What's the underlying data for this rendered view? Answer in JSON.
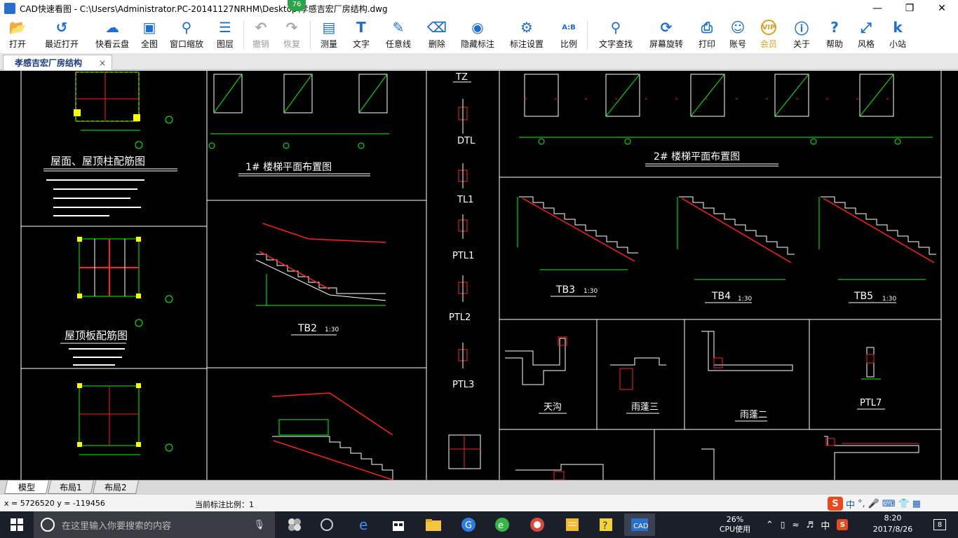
{
  "window": {
    "title": "CAD快速看图 - C:\\Users\\Administrator.PC-20141127NRHM\\Desktop\\孝感吉宏厂房结构.dwg",
    "badge": "76"
  },
  "toolbar": [
    {
      "label": "打开",
      "icon": "folder-open-icon",
      "enabled": true
    },
    {
      "label": "最近打开",
      "icon": "history-icon",
      "enabled": true
    },
    {
      "label": "快看云盘",
      "icon": "cloud-icon",
      "enabled": true
    },
    {
      "label": "全图",
      "icon": "fit-all-icon",
      "enabled": true
    },
    {
      "label": "窗口缩放",
      "icon": "zoom-window-icon",
      "enabled": true
    },
    {
      "label": "图层",
      "icon": "layers-icon",
      "enabled": true
    },
    {
      "label": "撤销",
      "icon": "undo-icon",
      "enabled": false
    },
    {
      "label": "恢复",
      "icon": "redo-icon",
      "enabled": false
    },
    {
      "label": "测量",
      "icon": "ruler-icon",
      "enabled": true
    },
    {
      "label": "文字",
      "icon": "text-icon",
      "enabled": true
    },
    {
      "label": "任意线",
      "icon": "pen-icon",
      "enabled": true
    },
    {
      "label": "删除",
      "icon": "eraser-icon",
      "enabled": true
    },
    {
      "label": "隐藏标注",
      "icon": "eye-hide-icon",
      "enabled": true
    },
    {
      "label": "标注设置",
      "icon": "settings-icon",
      "enabled": true
    },
    {
      "label": "比例",
      "icon": "scale-icon",
      "enabled": true
    },
    {
      "label": "文字查找",
      "icon": "text-search-icon",
      "enabled": true
    },
    {
      "label": "屏幕旋转",
      "icon": "rotate-icon",
      "enabled": true
    },
    {
      "label": "打印",
      "icon": "printer-icon",
      "enabled": true
    },
    {
      "label": "账号",
      "icon": "user-icon",
      "enabled": true
    },
    {
      "label": "会员",
      "icon": "vip-icon",
      "enabled": true
    },
    {
      "label": "关于",
      "icon": "info-icon",
      "enabled": true
    },
    {
      "label": "帮助",
      "icon": "help-icon",
      "enabled": true
    },
    {
      "label": "风格",
      "icon": "style-icon",
      "enabled": true
    },
    {
      "label": "小站",
      "icon": "k-station-icon",
      "enabled": true
    }
  ],
  "document_tab": {
    "label": "孝感吉宏厂房结构",
    "close": "×"
  },
  "drawing": {
    "titles": {
      "roof_column": "屋面、屋顶柱配筋图",
      "roof_slab": "屋顶板配筋图",
      "stair1_plan": "1# 楼梯平面布置图",
      "stair2_plan": "2# 楼梯平面布置图",
      "tb2": "TB2",
      "tb3": "TB3",
      "tb4": "TB4",
      "tb5": "TB5",
      "scale_130": "1:30",
      "tz": "TZ",
      "dtl": "DTL",
      "tl1": "TL1",
      "ptl1": "PTL1",
      "ptl2": "PTL2",
      "ptl3": "PTL3",
      "ptl7": "PTL7",
      "tiangou": "天沟",
      "yupeng3": "雨蓬三",
      "yupeng2": "雨蓬二"
    }
  },
  "layout_tabs": [
    "模型",
    "布局1",
    "布局2"
  ],
  "status": {
    "coord": "x = 5726520  y = -119456",
    "scale": "当前标注比例：1"
  },
  "ime": {
    "lang": "中"
  },
  "taskbar": {
    "search_placeholder": "在这里输入你要搜索的内容",
    "cpu_percent": "26%",
    "cpu_label": "CPU使用",
    "ime": "中",
    "time": "8:20",
    "date": "2017/8/26",
    "notify": "8"
  },
  "colors": {
    "canvas": "#000000",
    "cad_white": "#ffffff",
    "cad_green": "#00ff00",
    "cad_red": "#ff2020",
    "cad_yellow": "#ffff00",
    "accent": "#1e6fd0"
  }
}
